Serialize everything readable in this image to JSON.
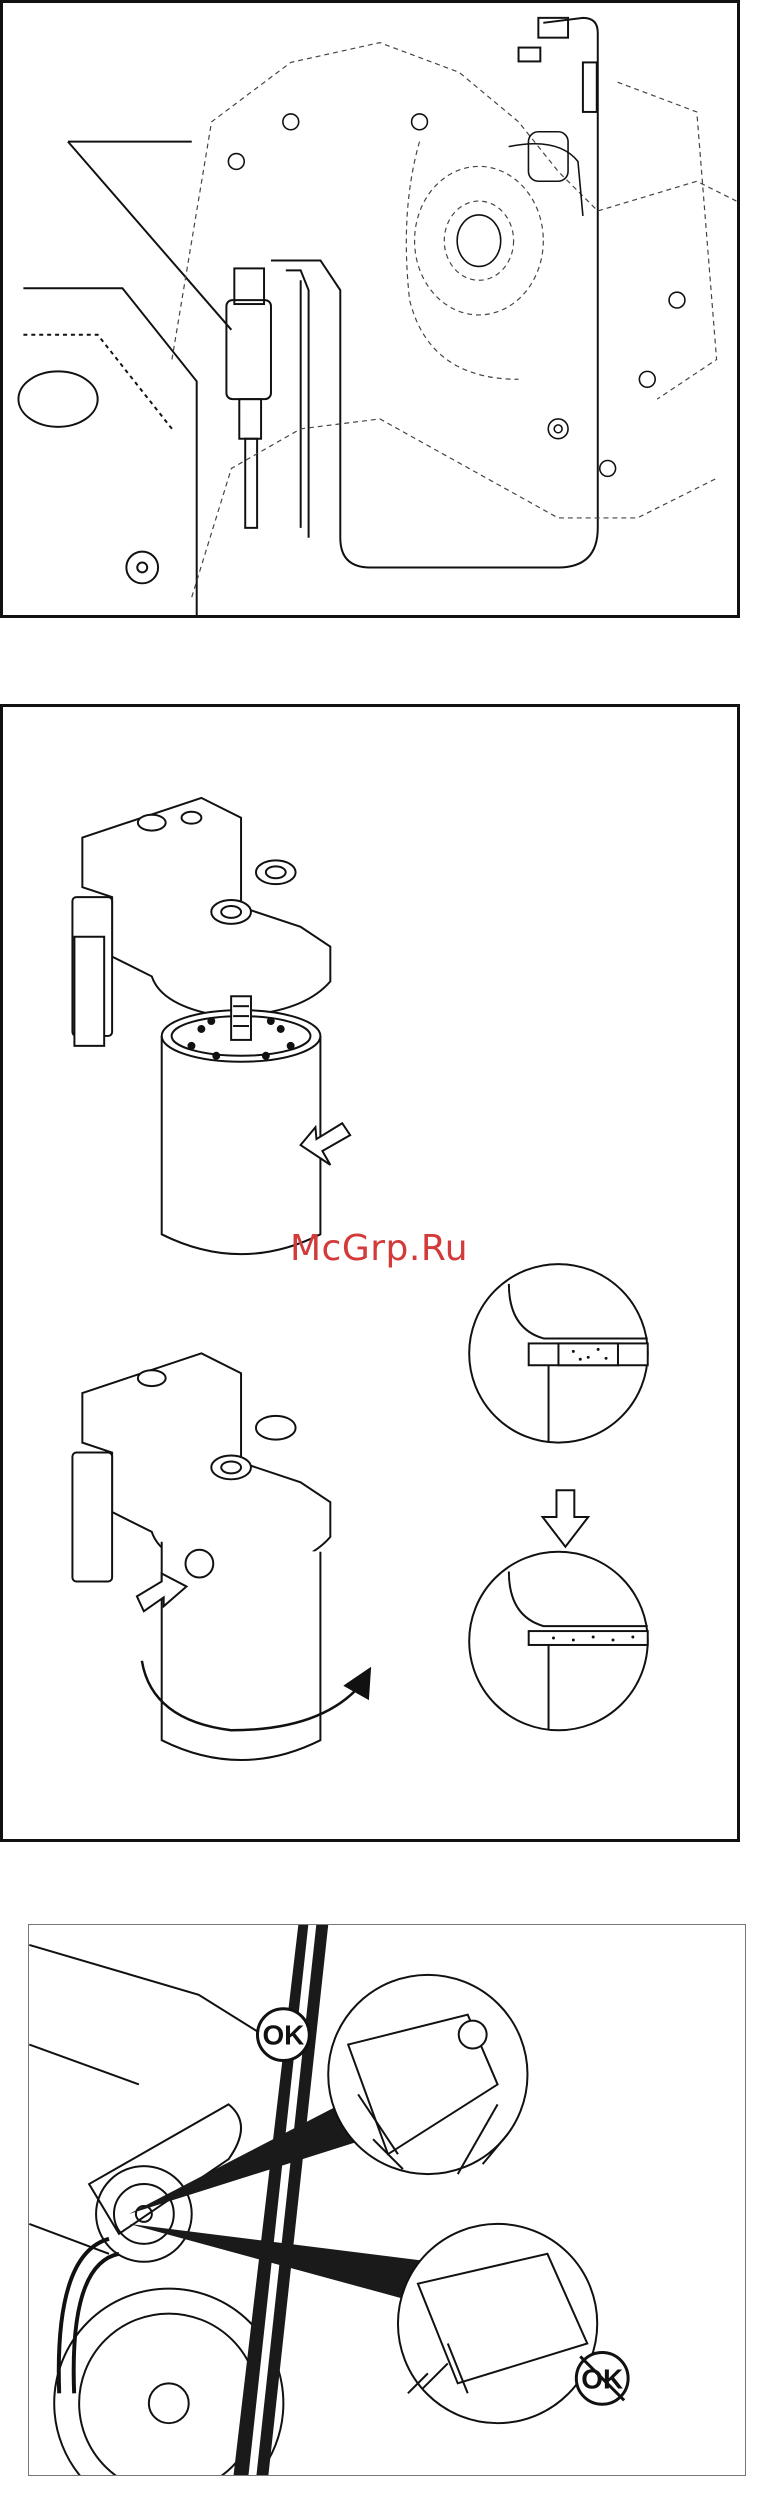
{
  "watermark": {
    "text": "McGrp.Ru"
  },
  "panels": [
    {
      "id": "fuel-line-engine"
    },
    {
      "id": "fuel-filter-replacement"
    },
    {
      "id": "belt-tension-check",
      "labels": {
        "ok": "OK",
        "not_ok": "OK"
      }
    }
  ],
  "colors": {
    "line": "#111111",
    "watermark": "#d33a3a",
    "belt": "#1a1a1a"
  }
}
